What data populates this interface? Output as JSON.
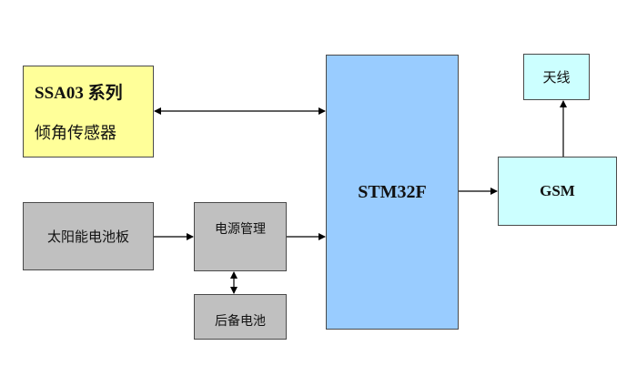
{
  "diagram": {
    "blocks": {
      "sensor": {
        "line1": "SSA03  系列",
        "line2": "倾角传感器",
        "color": "#ffff99"
      },
      "mcu": {
        "label": "STM32F",
        "color": "#99ccff"
      },
      "gsm": {
        "label": "GSM",
        "color": "#ccffff"
      },
      "antenna": {
        "label": "天线",
        "color": "#ccffff"
      },
      "solar": {
        "label": "太阳能电池板",
        "color": "#c0c0c0"
      },
      "power": {
        "label": "电源管理",
        "color": "#c0c0c0"
      },
      "battery": {
        "label": "后备电池",
        "color": "#c0c0c0"
      }
    },
    "connections": [
      {
        "from": "sensor",
        "to": "mcu",
        "direction": "bidirectional"
      },
      {
        "from": "solar",
        "to": "power",
        "direction": "forward"
      },
      {
        "from": "power",
        "to": "mcu",
        "direction": "forward"
      },
      {
        "from": "power",
        "to": "battery",
        "direction": "bidirectional"
      },
      {
        "from": "mcu",
        "to": "gsm",
        "direction": "forward"
      },
      {
        "from": "gsm",
        "to": "antenna",
        "direction": "forward"
      }
    ]
  }
}
